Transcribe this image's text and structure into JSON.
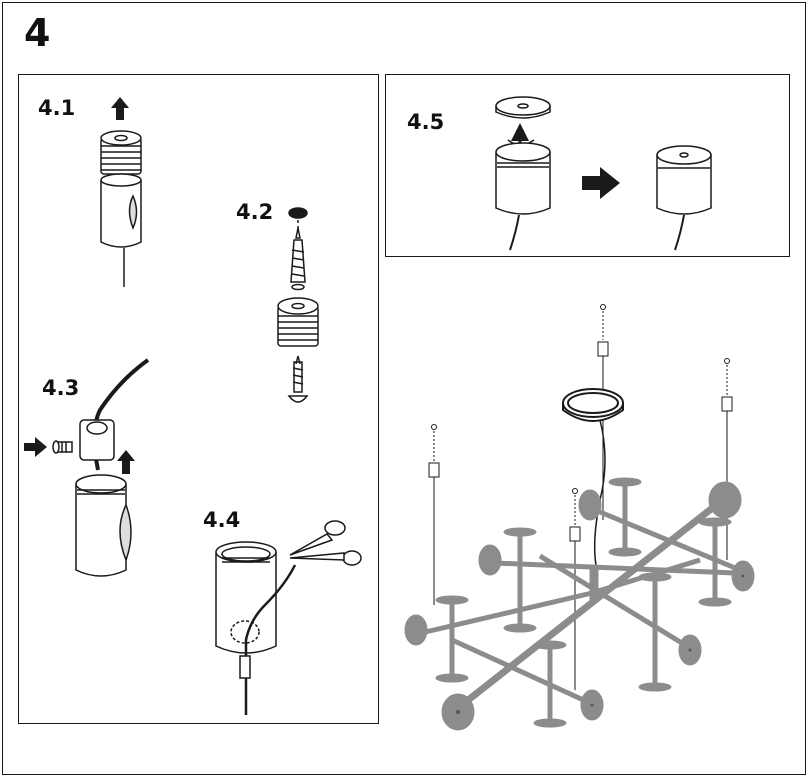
{
  "step": {
    "number": "4"
  },
  "substeps": {
    "s41": "4.1",
    "s42": "4.2",
    "s43": "4.3",
    "s44": "4.4",
    "s45": "4.5"
  },
  "colors": {
    "line": "#1a1a1a",
    "fixture_grey": "#8c8c8c"
  }
}
